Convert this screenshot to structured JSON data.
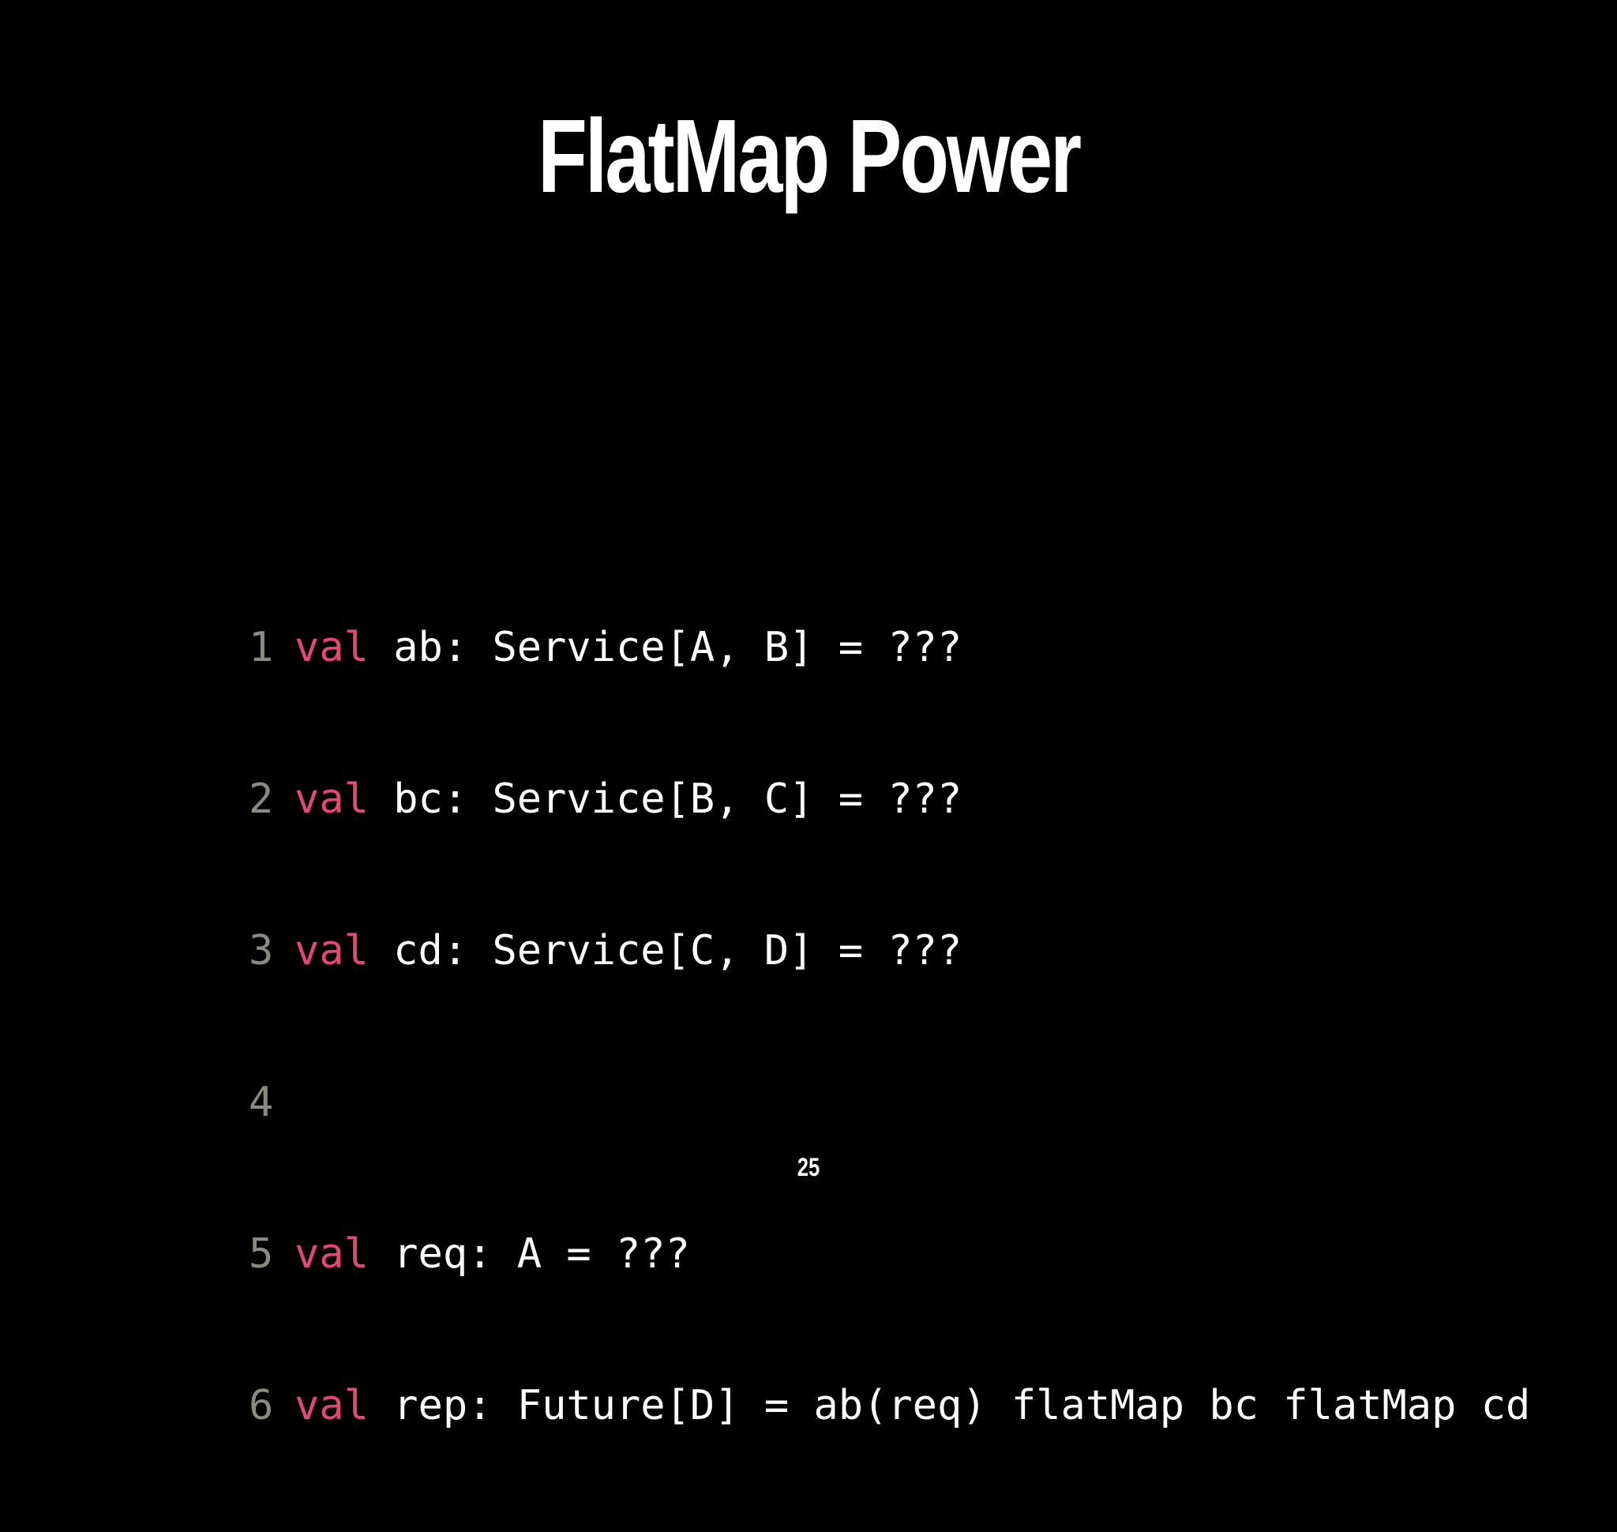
{
  "slide": {
    "title": "FlatMap Power",
    "page_number": "25"
  },
  "colors": {
    "background": "#000000",
    "text": "#ffffff",
    "keyword": "#e6457a",
    "line_number": "#8a8a7e"
  },
  "code": {
    "lines": [
      {
        "number": "1",
        "keyword": "val",
        "text": " ab: Service[A, B] = ???"
      },
      {
        "number": "2",
        "keyword": "val",
        "text": " bc: Service[B, C] = ???"
      },
      {
        "number": "3",
        "keyword": "val",
        "text": " cd: Service[C, D] = ???"
      },
      {
        "number": "4",
        "keyword": "",
        "text": ""
      },
      {
        "number": "5",
        "keyword": "val",
        "text": " req: A = ???"
      },
      {
        "number": "6",
        "keyword": "val",
        "text": " rep: Future[D] = ab(req) flatMap bc flatMap cd"
      }
    ]
  }
}
